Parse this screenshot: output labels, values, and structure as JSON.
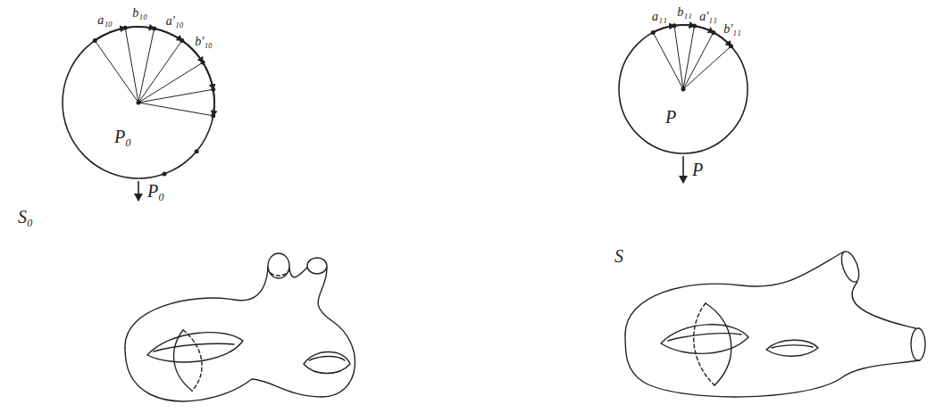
{
  "diagram": {
    "nodes": [
      {
        "text": [
          "P₀"
        ]
      },
      {
        "text": [
          "S₀"
        ]
      },
      {
        "text": [
          "P"
        ]
      },
      {
        "text": [
          "S"
        ]
      }
    ],
    "edges": [
      {
        "from": 0,
        "to": 1,
        "arrow": "to",
        "label": "P₀"
      },
      {
        "from": 2,
        "to": 3,
        "arrow": "to",
        "label": "P"
      }
    ],
    "labels": [
      "a₁₀",
      "b₁₀",
      "a'₁₀",
      "b'₁₀",
      "a₁₁",
      "b₁₁",
      "a'₁₁",
      "b'₁₁"
    ]
  }
}
